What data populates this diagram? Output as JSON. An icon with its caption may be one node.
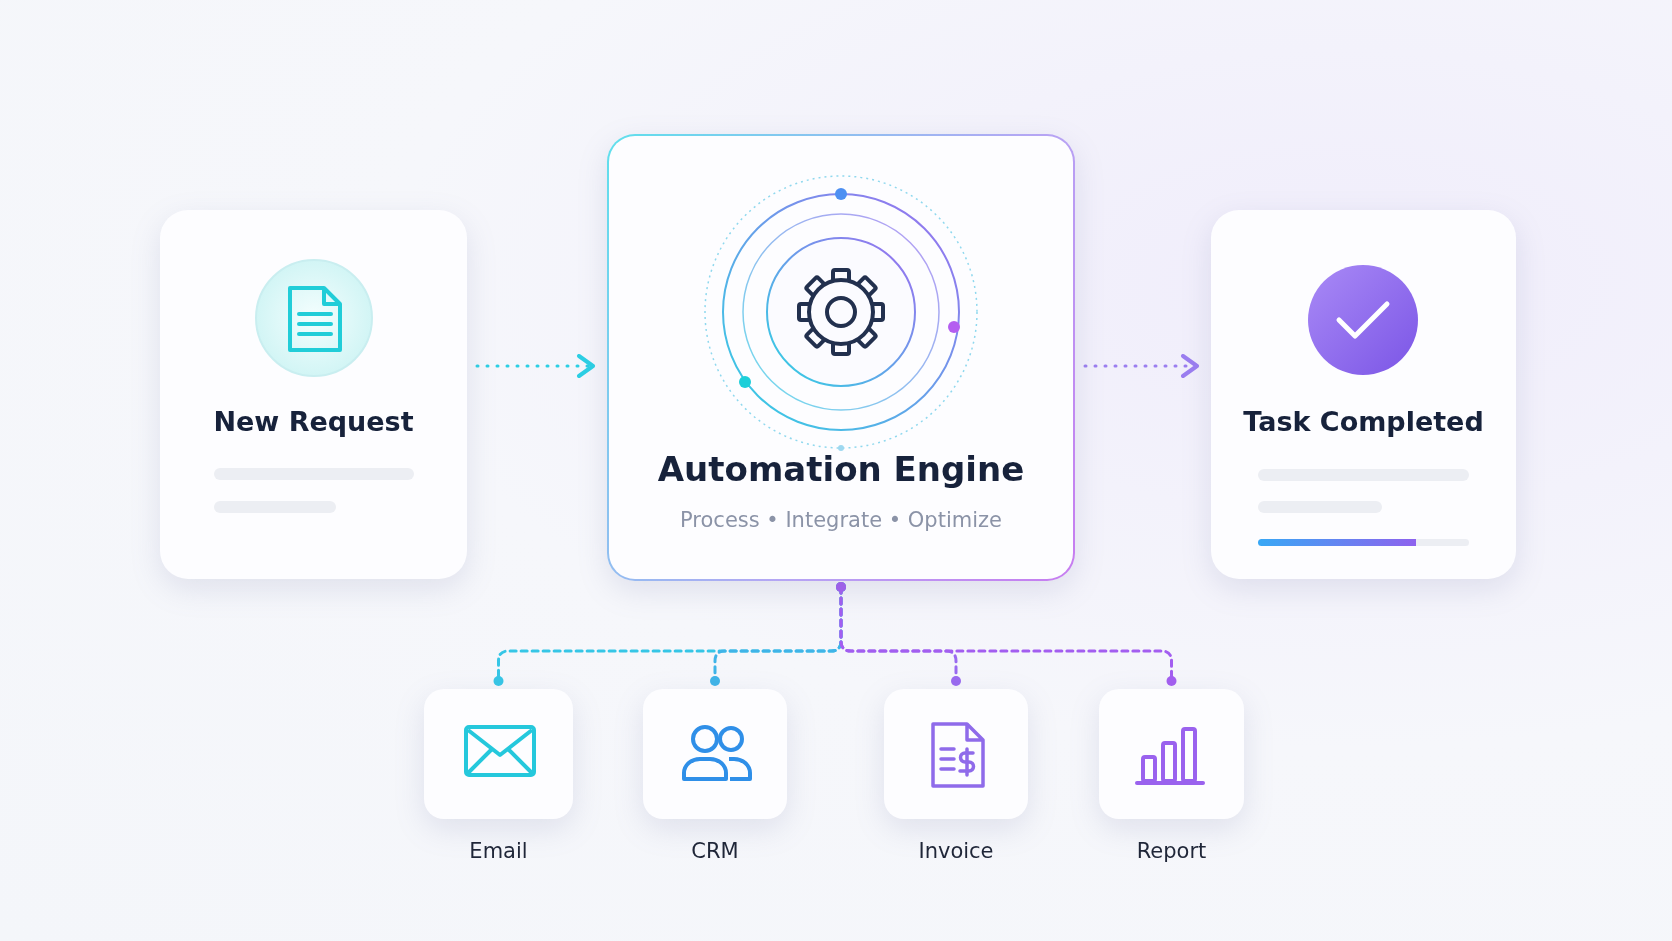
{
  "diagram": {
    "nodes": [
      {
        "text": [
          "New Request"
        ]
      },
      {
        "text": [
          "Automation Engine",
          "Process • Integrate • Optimize"
        ]
      },
      {
        "text": [
          "Task Completed"
        ]
      },
      {
        "text": [
          "Email"
        ]
      },
      {
        "text": [
          "CRM"
        ]
      },
      {
        "text": [
          "Invoice"
        ]
      },
      {
        "text": [
          "Report"
        ]
      }
    ],
    "edges": [
      {
        "from": 0,
        "to": 1,
        "arrow": "to",
        "style": "dashed",
        "color": "#2ccfe4"
      },
      {
        "from": 1,
        "to": 2,
        "arrow": "to",
        "style": "dashed",
        "color": "#9b7ef0"
      },
      {
        "from": 1,
        "to": 3,
        "arrow": "other",
        "style": "dashed",
        "color": "#36c6e6"
      },
      {
        "from": 1,
        "to": 4,
        "arrow": "other",
        "style": "dashed",
        "color": "#3fb4e8"
      },
      {
        "from": 1,
        "to": 5,
        "arrow": "other",
        "style": "dashed",
        "color": "#9a6af0"
      },
      {
        "from": 1,
        "to": 6,
        "arrow": "other",
        "style": "dashed",
        "color": "#a35ef0"
      }
    ]
  }
}
